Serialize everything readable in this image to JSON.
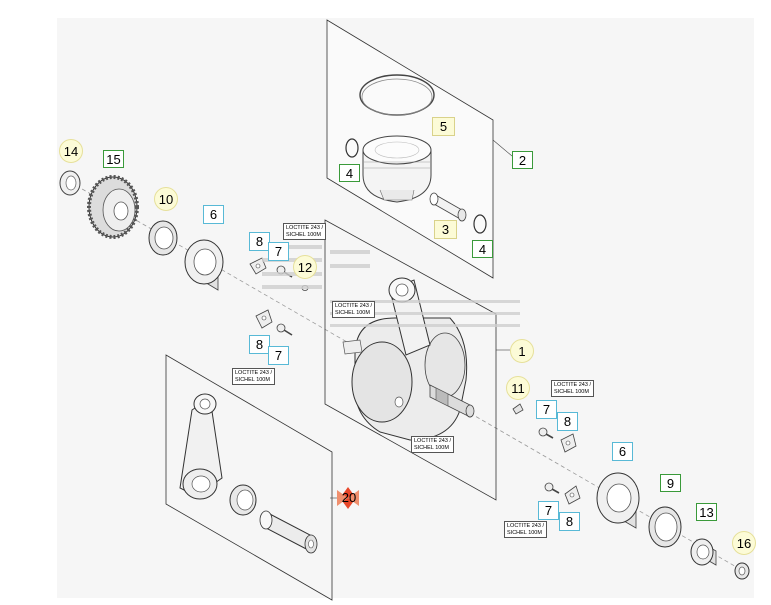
{
  "callouts": {
    "c1": "1",
    "c2": "2",
    "c3": "3",
    "c4a": "4",
    "c4b": "4",
    "c5": "5",
    "c6a": "6",
    "c6b": "6",
    "c7a": "7",
    "c7b": "7",
    "c7c": "7",
    "c7d": "7",
    "c8a": "8",
    "c8b": "8",
    "c8c": "8",
    "c8d": "8",
    "c9": "9",
    "c10": "10",
    "c11": "11",
    "c12": "12",
    "c13": "13",
    "c14": "14",
    "c15": "15",
    "c16": "16",
    "c20": "20"
  },
  "notes": {
    "n1": {
      "line1": "LOCTITE 243 /",
      "line2": "SICHEL 100M"
    },
    "n2": {
      "line1": "LOCTITE 243 /",
      "line2": "SICHEL 100M"
    },
    "n3": {
      "line1": "LOCTITE 243 /",
      "line2": "SICHEL 100M"
    },
    "n4": {
      "line1": "LOCTITE 243 /",
      "line2": "SICHEL 100M"
    },
    "n5": {
      "line1": "LOCTITE 243 /",
      "line2": "SICHEL 100M"
    },
    "n6": {
      "line1": "LOCTITE 243 /",
      "line2": "SICHEL 100M"
    }
  },
  "colors": {
    "highlight_yellow": "#fcfbd7",
    "frame_green": "#3a9a3a",
    "frame_blue": "#58b9d6",
    "warning_red": "#e8472a",
    "line_art": "#555555"
  }
}
